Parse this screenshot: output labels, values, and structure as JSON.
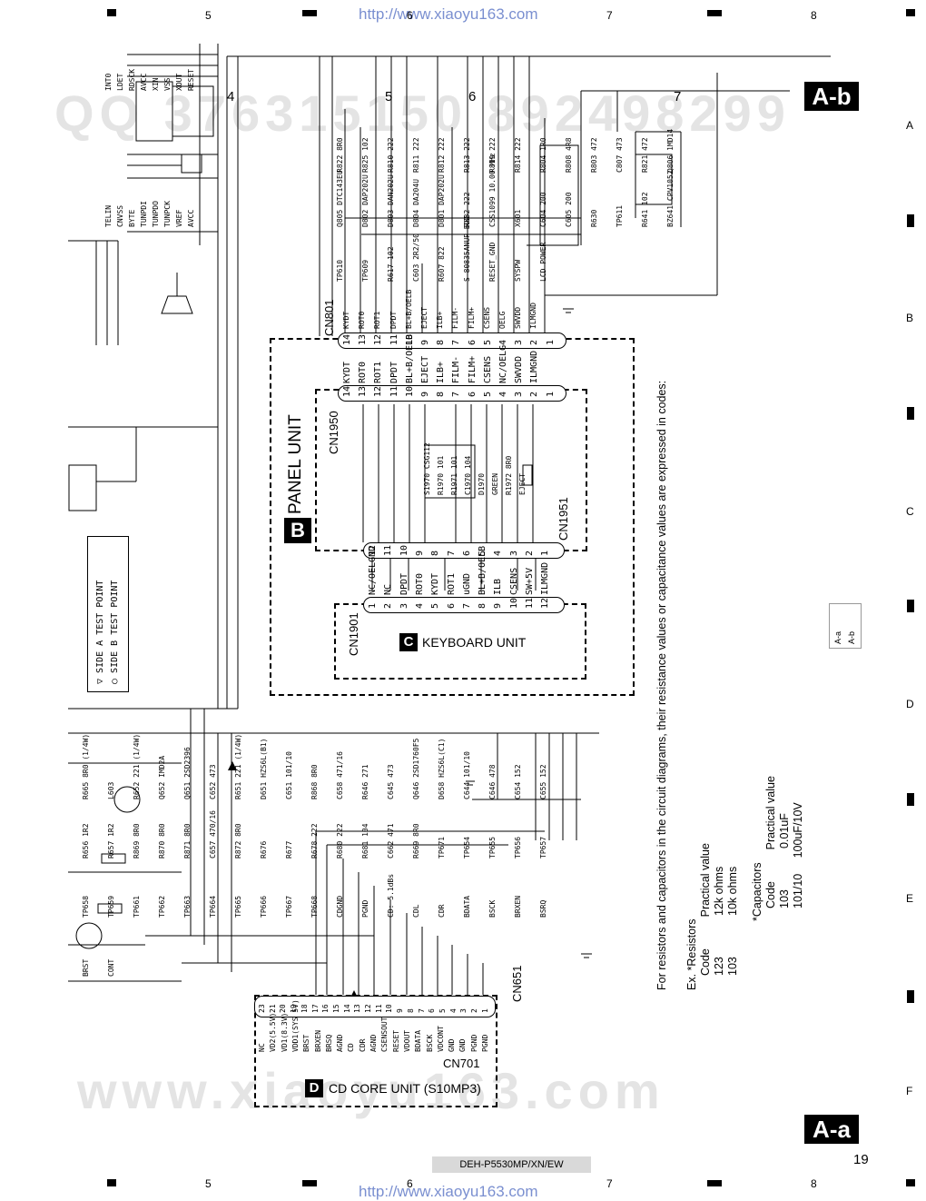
{
  "header_url": "http://www.xiaoyu163.com",
  "footer_url": "http://www.xiaoyu163.com",
  "column_numbers": [
    "5",
    "6",
    "7",
    "8"
  ],
  "row_letters": [
    "A",
    "B",
    "C",
    "D",
    "E",
    "F"
  ],
  "inner_grid_numbers": [
    "4",
    "5",
    "6",
    "7"
  ],
  "sheet_tag_top": "A-b",
  "sheet_tag_bottom": "A-a",
  "mini_tag": {
    "left": "A-a",
    "right": "A-b"
  },
  "page_number": "19",
  "model": "DEH-P5530MP/XN/EW",
  "watermark_main": "QQ 376315150  892498299",
  "watermark_bottom": "www.xiaoyu163.com",
  "units": {
    "panel": {
      "letter": "B",
      "name": "PANEL UNIT"
    },
    "keyboard": {
      "letter": "C",
      "name": "KEYBOARD UNIT"
    },
    "cdcore": {
      "letter": "D",
      "name": "CD CORE UNIT (S10MP3)"
    }
  },
  "connectors": {
    "cn801": {
      "label": "CN801",
      "pins": [
        "14",
        "13",
        "12",
        "11",
        "10",
        "9",
        "8",
        "7",
        "6",
        "5",
        "4",
        "3",
        "2",
        "1"
      ],
      "signals": [
        "KYDT",
        "ROT0",
        "ROT1",
        "DPDT",
        "BL+B/OELB",
        "EJECT",
        "ILB+",
        "FILM-",
        "FILM+",
        "CSENS",
        "OELG",
        "SWVDD",
        "ILMGND",
        ""
      ]
    },
    "cn1950": {
      "label": "CN1950",
      "pins": [
        "14",
        "13",
        "12",
        "11",
        "10",
        "9",
        "8",
        "7",
        "6",
        "5",
        "4",
        "3",
        "2",
        "1"
      ],
      "signals": [
        "KYDT",
        "ROT0",
        "ROT1",
        "DPDT",
        "BL+B/OELB",
        "EJECT",
        "ILB+",
        "FILM-",
        "FILM+",
        "CSENS",
        "NC/OELG",
        "SWVDD",
        "ILMGND",
        ""
      ]
    },
    "cn1951": {
      "label": "CN1951",
      "pins": [
        "12",
        "11",
        "10",
        "9",
        "8",
        "7",
        "6",
        "5",
        "4",
        "3",
        "2",
        "1"
      ]
    },
    "cn1901": {
      "label": "CN1901",
      "pins": [
        "1",
        "2",
        "3",
        "4",
        "5",
        "6",
        "7",
        "8",
        "9",
        "10",
        "11",
        "12"
      ],
      "signals": [
        "NC/OELGND",
        "NC",
        "DPDT",
        "ROT0",
        "KYDT",
        "ROT1",
        "uGND",
        "BL+B/OELB",
        "ILB",
        "CSENS",
        "SW+5V",
        "ILMGND"
      ]
    },
    "cn701": {
      "label": "CN701",
      "signals": [
        "NC",
        "VD2(5.5V)",
        "VD1(8.3V)",
        "VDD1(SYS 5V)",
        "BRST",
        "BRXEN",
        "BRSQ",
        "AGND",
        "CD",
        "CDR",
        "AGND",
        "CSENSOUT",
        "RESET",
        "VDOUT",
        "BDATA",
        "BSCK",
        "VDCONT",
        "GND",
        "GND",
        "PGND",
        "PGND"
      ],
      "pins": [
        "23",
        "21",
        "20",
        "19",
        "18",
        "17",
        "16",
        "15",
        "14",
        "13",
        "12",
        "11",
        "10",
        "9",
        "8",
        "7",
        "6",
        "5",
        "4",
        "3",
        "2",
        "1"
      ]
    },
    "cn651": {
      "label": "CN651"
    }
  },
  "components_top": [
    "R822 8R0",
    "R825 102",
    "R810 222",
    "R811 222",
    "R812 222",
    "R813 222",
    "R819 222",
    "R814 222",
    "R804 1R0",
    "R808 4R8",
    "R803 472",
    "C807 473",
    "R821 472",
    "Q806 1MD14",
    "Q805 DTC143EU",
    "D802 DAP202U",
    "D803 DAN202U",
    "D804 DA204U",
    "D801 DAP202U",
    "R882 222",
    "CSS1099 10.00 MHz",
    "X601",
    "C604 200",
    "C605 200",
    "R630",
    "TP611",
    "R641 102",
    "BZ641 CPV1052",
    "TP610",
    "TP609",
    "R617 102",
    "C603 2R2/50",
    "R607 822",
    "S-80835ANUP-EDZ",
    "RESET_GND",
    "SYSPW",
    "LCD POWER"
  ],
  "components_panel": [
    "S1970 CSG112",
    "R1970 101",
    "R1971 101",
    "C1970 104",
    "D1970",
    "GREEN",
    "R1972 8R0",
    "EJECT"
  ],
  "components_bottom": [
    "R665 8R0 (1/4W)",
    "L603",
    "R652 221 (1/4W)",
    "Q652 IMD2A",
    "Q651 2SD2396",
    "C652 473",
    "R651 221 (1/4W)",
    "D651 HZS6L(B1)",
    "C651 101/10",
    "R868 8R0",
    "C658 471/16",
    "R646 271",
    "C645 473",
    "Q646 2SD1760F5",
    "D658 HZS6L(C1)",
    "C644 101/10",
    "C646 478",
    "C654 152",
    "C655 152",
    "R656 1R2",
    "R657 1R2",
    "R869 8R0",
    "R870 8R0",
    "R871 8R0",
    "C657 470/16",
    "R872 8R0",
    "R676",
    "R677",
    "R678 222",
    "R680 222",
    "R681 104",
    "C662 471",
    "R669 8R0",
    "TP671",
    "TP654",
    "TP655",
    "TP656",
    "TP657",
    "TP658",
    "TP659",
    "TP661",
    "TP662",
    "TP663",
    "TP664",
    "TP665",
    "TP666",
    "TP667",
    "TP668",
    "CDGND",
    "PGND",
    "CD: 5.1dBs",
    "CDL",
    "CDR",
    "BDATA",
    "BSCK",
    "BRXEN",
    "BSRQ",
    "BRST",
    "CONT"
  ],
  "upper_left_signals": [
    "INT0",
    "LDET",
    "RDSCK",
    "AVCC",
    "XIN",
    "VSS",
    "XOUT",
    "RESET",
    "TELIN",
    "CNVSS",
    "BYTE",
    "TUNPDI",
    "TUNPDO",
    "TUNPCK",
    "VREF",
    "AVCC"
  ],
  "legend": {
    "tp_a": "SIDE A TEST POINT",
    "tp_b": "SIDE B TEST POINT"
  },
  "notes": {
    "intro": "For resistors and capacitors in the circuit diagrams, their resistance values or capacitance values are expressed in codes:",
    "ex": "Ex.  *Resistors",
    "res_head": [
      "Code",
      "Practical value"
    ],
    "res_rows": [
      [
        "123",
        "12k ohms"
      ],
      [
        "103",
        "10k ohms"
      ]
    ],
    "cap_title": "*Capacitors",
    "cap_head": [
      "Code",
      "Practical value"
    ],
    "cap_rows": [
      [
        "103",
        "0.01uF"
      ],
      [
        "101/10",
        "100uF/10V"
      ]
    ]
  }
}
